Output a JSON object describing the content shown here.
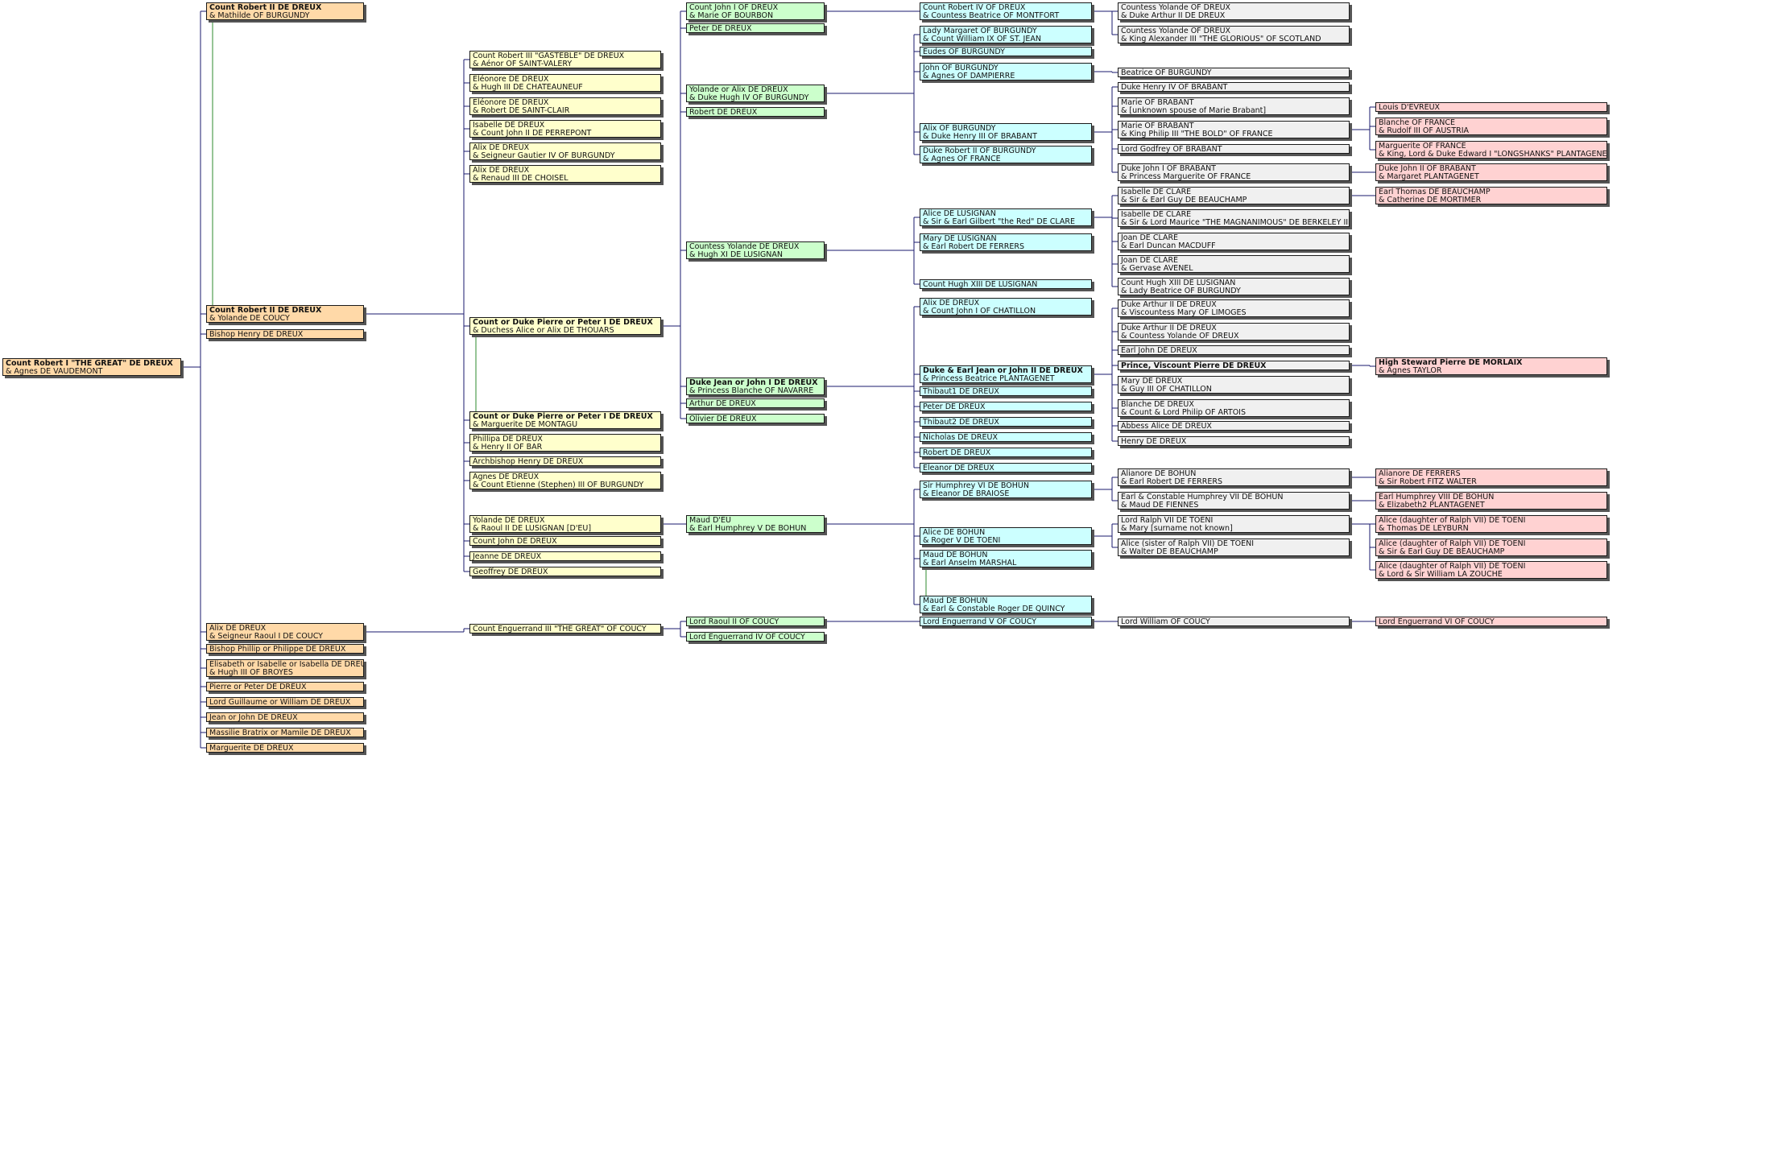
{
  "colors": {
    "line": "#1a1a6e",
    "green_line": "#2e8b2e",
    "salmon": "#ffd9a8",
    "yellow": "#ffffcc",
    "green": "#ccffcc",
    "cyan": "#ccffff",
    "gray": "#f0f0f0",
    "pink": "#ffd2d2"
  },
  "people": [
    {
      "id": "p1",
      "name": "Count Robert I \"THE GREAT\" DE DREUX",
      "spouse": "& Agnes DE VAUDEMONT",
      "bold": true,
      "color": "salmon"
    },
    {
      "id": "g1",
      "name": "Count Robert II DE DREUX",
      "spouse": "& Mathilde OF BURGUNDY",
      "bold": true,
      "color": "salmon"
    },
    {
      "id": "g2",
      "name": "Count Robert II DE DREUX",
      "spouse": "& Yolande DE COUCY",
      "bold": true,
      "color": "salmon"
    },
    {
      "id": "g3",
      "name": "Bishop Henry DE DREUX",
      "color": "salmon"
    },
    {
      "id": "g4",
      "name": "Alix DE DREUX",
      "spouse": "& Seigneur Raoul I DE COUCY",
      "color": "salmon"
    },
    {
      "id": "g5",
      "name": "Bishop Phillip or Philippe DE DREUX",
      "color": "salmon"
    },
    {
      "id": "g6",
      "name": "Elisabeth or Isabelle or Isabella DE DREUX",
      "spouse": "& Hugh III OF BROYES",
      "color": "salmon"
    },
    {
      "id": "g7",
      "name": "Pierre or Peter DE DREUX",
      "color": "salmon"
    },
    {
      "id": "g8",
      "name": "Lord Guillaume or William DE DREUX",
      "color": "salmon"
    },
    {
      "id": "g9",
      "name": "Jean or John DE DREUX",
      "color": "salmon"
    },
    {
      "id": "g10",
      "name": "Massilie Bratrix or Mamile DE DREUX",
      "color": "salmon"
    },
    {
      "id": "g11",
      "name": "Marguerite DE DREUX",
      "color": "salmon"
    },
    {
      "id": "y1",
      "name": "Count Robert III \"GASTEBLE\" DE DREUX",
      "spouse": "& Aénor OF SAINT-VALERY",
      "color": "yellow"
    },
    {
      "id": "y2",
      "name": "Eléonore DE DREUX",
      "spouse": "& Hugh III DE CHATEAUNEUF",
      "color": "yellow"
    },
    {
      "id": "y3",
      "name": "Eléonore DE DREUX",
      "spouse": "& Robert DE SAINT-CLAIR",
      "color": "yellow"
    },
    {
      "id": "y4",
      "name": "Isabelle DE DREUX",
      "spouse": "& Count John II DE PERREPONT",
      "color": "yellow"
    },
    {
      "id": "y5",
      "name": "Alix DE DREUX",
      "spouse": "& Seigneur Gautier IV OF BURGUNDY",
      "color": "yellow"
    },
    {
      "id": "y6",
      "name": "Alix DE DREUX",
      "spouse": "& Renaud III DE CHOISEL",
      "color": "yellow"
    },
    {
      "id": "y7",
      "name": "Count or Duke Pierre or Peter I DE DREUX",
      "spouse": "& Duchess Alice or Alix DE THOUARS",
      "bold": true,
      "color": "yellow"
    },
    {
      "id": "y8",
      "name": "Count or Duke Pierre or Peter I DE DREUX",
      "spouse": "& Marguerite DE MONTAGU",
      "bold": true,
      "color": "yellow"
    },
    {
      "id": "y9",
      "name": "Phillipa DE DREUX",
      "spouse": "& Henry II OF BAR",
      "color": "yellow"
    },
    {
      "id": "y10",
      "name": "Archbishop Henry DE DREUX",
      "color": "yellow"
    },
    {
      "id": "y11",
      "name": "Agnes DE DREUX",
      "spouse": "& Count Etienne (Stephen) III OF BURGUNDY",
      "color": "yellow"
    },
    {
      "id": "y12",
      "name": "Yolande DE DREUX",
      "spouse": "& Raoul II DE LUSIGNAN  [D'EU]",
      "color": "yellow"
    },
    {
      "id": "y13",
      "name": "Count John DE DREUX",
      "color": "yellow"
    },
    {
      "id": "y14",
      "name": "Jeanne DE DREUX",
      "color": "yellow"
    },
    {
      "id": "y15",
      "name": "Geoffrey DE DREUX",
      "color": "yellow"
    },
    {
      "id": "y16",
      "name": "Count Enguerrand III \"THE GREAT\" OF COUCY",
      "color": "yellow"
    },
    {
      "id": "gr1",
      "name": "Count John I OF DREUX",
      "spouse": "& Marie OF BOURBON",
      "color": "green"
    },
    {
      "id": "gr2",
      "name": "Peter DE DREUX",
      "color": "green"
    },
    {
      "id": "gr3",
      "name": "Yolande or Alix DE DREUX",
      "spouse": "& Duke Hugh IV OF BURGUNDY",
      "color": "green"
    },
    {
      "id": "gr4",
      "name": "Robert DE DREUX",
      "color": "green"
    },
    {
      "id": "gr5",
      "name": "Countess Yolande DE DREUX",
      "spouse": "& Hugh XI DE LUSIGNAN",
      "color": "green"
    },
    {
      "id": "gr6",
      "name": "Duke Jean or John I DE DREUX",
      "spouse": "& Princess Blanche OF NAVARRE",
      "bold": true,
      "color": "green"
    },
    {
      "id": "gr7",
      "name": "Arthur DE DREUX",
      "color": "green"
    },
    {
      "id": "gr8",
      "name": "Olivier DE DREUX",
      "color": "green"
    },
    {
      "id": "gr9",
      "name": "Maud D'EU",
      "spouse": "& Earl Humphrey V DE BOHUN",
      "color": "green"
    },
    {
      "id": "gr10",
      "name": "Lord Raoul II OF COUCY",
      "color": "green"
    },
    {
      "id": "gr11",
      "name": "Lord Enguerrand IV OF COUCY",
      "color": "green"
    },
    {
      "id": "c1",
      "name": "Count Robert IV OF DREUX",
      "spouse": "& Countess Beatrice OF MONTFORT",
      "color": "cyan"
    },
    {
      "id": "c2",
      "name": "Lady Margaret OF BURGUNDY",
      "spouse": "& Count William IX OF ST. JEAN",
      "color": "cyan"
    },
    {
      "id": "c3",
      "name": "Eudes OF BURGUNDY",
      "color": "cyan"
    },
    {
      "id": "c4",
      "name": "John OF BURGUNDY",
      "spouse": "& Agnes OF DAMPIERRE",
      "color": "cyan"
    },
    {
      "id": "c5",
      "name": "Alix OF BURGUNDY",
      "spouse": "& Duke Henry III OF BRABANT",
      "color": "cyan"
    },
    {
      "id": "c6",
      "name": "Duke Robert II OF BURGUNDY",
      "spouse": "& Agnes OF FRANCE",
      "color": "cyan"
    },
    {
      "id": "c7",
      "name": "Alice DE LUSIGNAN",
      "spouse": "& Sir & Earl Gilbert  \"the Red\" DE CLARE",
      "color": "cyan"
    },
    {
      "id": "c8",
      "name": "Mary DE LUSIGNAN",
      "spouse": "& Earl Robert DE FERRERS",
      "color": "cyan"
    },
    {
      "id": "c9",
      "name": "Count Hugh XIII DE LUSIGNAN",
      "color": "cyan"
    },
    {
      "id": "c10",
      "name": "Alix DE DREUX",
      "spouse": "& Count John I OF CHATILLON",
      "color": "cyan"
    },
    {
      "id": "c11",
      "name": "Duke & Earl Jean or John II DE DREUX",
      "spouse": "& Princess Beatrice PLANTAGENET",
      "bold": true,
      "color": "cyan"
    },
    {
      "id": "c12",
      "name": "Thibaut1 DE DREUX",
      "color": "cyan"
    },
    {
      "id": "c13",
      "name": "Peter DE DREUX",
      "color": "cyan"
    },
    {
      "id": "c14",
      "name": "Thibaut2 DE DREUX",
      "color": "cyan"
    },
    {
      "id": "c15",
      "name": "Nicholas DE DREUX",
      "color": "cyan"
    },
    {
      "id": "c16",
      "name": "Robert DE DREUX",
      "color": "cyan"
    },
    {
      "id": "c17",
      "name": "Eleanor DE DREUX",
      "color": "cyan"
    },
    {
      "id": "c18",
      "name": "Sir Humphrey VI DE BOHUN",
      "spouse": "& Eleanor DE BRAIOSE",
      "color": "cyan"
    },
    {
      "id": "c19",
      "name": "Alice DE BOHUN",
      "spouse": "& Roger V DE TOENI",
      "color": "cyan"
    },
    {
      "id": "c20",
      "name": "Maud DE BOHUN",
      "spouse": "& Earl Anselm MARSHAL",
      "color": "cyan"
    },
    {
      "id": "c21",
      "name": "Maud DE BOHUN",
      "spouse": "& Earl & Constable Roger DE QUINCY",
      "color": "cyan"
    },
    {
      "id": "c22",
      "name": "Lord Enguerrand V OF COUCY",
      "color": "cyan"
    },
    {
      "id": "w1",
      "name": "Countess Yolande OF DREUX",
      "spouse": "& Duke Arthur II DE DREUX",
      "color": "gray"
    },
    {
      "id": "w2",
      "name": "Countess Yolande OF DREUX",
      "spouse": "& King Alexander III \"THE GLORIOUS\" OF SCOTLAND",
      "color": "gray"
    },
    {
      "id": "w3",
      "name": "Beatrice OF BURGUNDY",
      "color": "gray"
    },
    {
      "id": "w4",
      "name": "Duke Henry IV OF BRABANT",
      "color": "gray"
    },
    {
      "id": "w5",
      "name": "Marie OF BRABANT",
      "spouse": "& [unknown spouse of Marie Brabant]",
      "color": "gray"
    },
    {
      "id": "w6",
      "name": "Marie OF BRABANT",
      "spouse": "& King Philip III \"THE BOLD\" OF FRANCE",
      "color": "gray"
    },
    {
      "id": "w7",
      "name": "Lord Godfrey OF BRABANT",
      "color": "gray"
    },
    {
      "id": "w8",
      "name": "Duke John I OF BRABANT",
      "spouse": "& Princess Marguerite OF FRANCE",
      "color": "gray"
    },
    {
      "id": "w9",
      "name": "Isabelle DE CLARE",
      "spouse": "& Sir & Earl Guy DE BEAUCHAMP",
      "color": "gray"
    },
    {
      "id": "w10",
      "name": "Isabelle DE CLARE",
      "spouse": "& Sir & Lord Maurice \"THE MAGNANIMOUS\" DE BERKELEY III",
      "color": "gray"
    },
    {
      "id": "w11",
      "name": "Joan DE CLARE",
      "spouse": "& Earl Duncan MACDUFF",
      "color": "gray"
    },
    {
      "id": "w12",
      "name": "Joan DE CLARE",
      "spouse": "& Gervase AVENEL",
      "color": "gray"
    },
    {
      "id": "w13",
      "name": "Count Hugh XIII DE LUSIGNAN",
      "spouse": "& Lady Beatrice OF BURGUNDY",
      "color": "gray"
    },
    {
      "id": "w14",
      "name": "Duke Arthur II DE DREUX",
      "spouse": "& Viscountess Mary OF LIMOGES",
      "color": "gray"
    },
    {
      "id": "w15",
      "name": "Duke Arthur II DE DREUX",
      "spouse": "& Countess Yolande OF DREUX",
      "color": "gray"
    },
    {
      "id": "w16",
      "name": "Earl John DE DREUX",
      "color": "gray"
    },
    {
      "id": "w17",
      "name": "Prince, Viscount Pierre DE DREUX",
      "bold": true,
      "color": "gray"
    },
    {
      "id": "w18",
      "name": "Mary DE DREUX",
      "spouse": "& Guy III OF CHATILLON",
      "color": "gray"
    },
    {
      "id": "w19",
      "name": "Blanche DE DREUX",
      "spouse": "& Count & Lord Philip OF ARTOIS",
      "color": "gray"
    },
    {
      "id": "w20",
      "name": "Abbess Alice DE DREUX",
      "color": "gray"
    },
    {
      "id": "w21",
      "name": "Henry DE DREUX",
      "color": "gray"
    },
    {
      "id": "w22",
      "name": "Alianore DE BOHUN",
      "spouse": "& Earl Robert DE FERRERS",
      "color": "gray"
    },
    {
      "id": "w23",
      "name": "Earl & Constable Humphrey VII DE BOHUN",
      "spouse": "& Maud DE FIENNES",
      "color": "gray"
    },
    {
      "id": "w24",
      "name": "Lord Ralph VII DE TOENI",
      "spouse": "& Mary [surname not known]",
      "color": "gray"
    },
    {
      "id": "w25",
      "name": "Alice (sister of Ralph VII) DE TOENI",
      "spouse": "& Walter DE BEAUCHAMP",
      "color": "gray"
    },
    {
      "id": "w26",
      "name": "Lord William OF COUCY",
      "color": "gray"
    },
    {
      "id": "k1",
      "name": "Louis D'EVREUX",
      "color": "pink"
    },
    {
      "id": "k2",
      "name": "Blanche OF FRANCE",
      "spouse": "& Rudolf III OF AUSTRIA",
      "color": "pink"
    },
    {
      "id": "k3",
      "name": "Marguerite OF FRANCE",
      "spouse": "& King, Lord & Duke Edward I \"LONGSHANKS\" PLANTAGENET",
      "color": "pink"
    },
    {
      "id": "k4",
      "name": "Duke John II OF BRABANT",
      "spouse": "& Margaret PLANTAGENET",
      "color": "pink"
    },
    {
      "id": "k5",
      "name": "Earl Thomas DE BEAUCHAMP",
      "spouse": "& Catherine DE MORTIMER",
      "color": "pink"
    },
    {
      "id": "k6",
      "name": "High Steward Pierre DE MORLAIX",
      "spouse": "& Agnes TAYLOR",
      "bold": true,
      "color": "pink"
    },
    {
      "id": "k7",
      "name": "Alianore DE FERRERS",
      "spouse": "& Sir Robert FITZ WALTER",
      "color": "pink"
    },
    {
      "id": "k8",
      "name": "Earl Humphrey  VIII DE BOHUN",
      "spouse": "& Elizabeth2 PLANTAGENET",
      "color": "pink"
    },
    {
      "id": "k9",
      "name": "Alice (daughter of Ralph VII) DE TOENI",
      "spouse": "& Thomas DE LEYBURN",
      "color": "pink"
    },
    {
      "id": "k10",
      "name": "Alice (daughter of Ralph VII) DE TOENI",
      "spouse": "& Sir & Earl Guy DE BEAUCHAMP",
      "color": "pink"
    },
    {
      "id": "k11",
      "name": "Alice (daughter of Ralph VII) DE TOENI",
      "spouse": "& Lord & Sir William LA ZOUCHE",
      "color": "pink"
    },
    {
      "id": "k12",
      "name": "Lord Enguerrand VI OF COUCY",
      "color": "pink"
    }
  ],
  "links": [
    [
      "p1",
      [
        "g1",
        "g2",
        "g3",
        "g4",
        "g5",
        "g6",
        "g7",
        "g8",
        "g9",
        "g10",
        "g11"
      ]
    ],
    [
      "g2",
      [
        "y1",
        "y2",
        "y3",
        "y4",
        "y5",
        "y6",
        "y7",
        "y8",
        "y9",
        "y10",
        "y11",
        "y12",
        "y13",
        "y14",
        "y15"
      ]
    ],
    [
      "g4",
      [
        "y16"
      ]
    ],
    [
      "y7",
      [
        "gr1",
        "gr2",
        "gr3",
        "gr4",
        "gr5",
        "gr6",
        "gr7",
        "gr8"
      ]
    ],
    [
      "y12",
      [
        "gr9"
      ]
    ],
    [
      "y16",
      [
        "gr10",
        "gr11"
      ]
    ],
    [
      "gr1",
      [
        "c1"
      ]
    ],
    [
      "gr3",
      [
        "c2",
        "c3",
        "c4",
        "c5",
        "c6"
      ]
    ],
    [
      "gr5",
      [
        "c7",
        "c8",
        "c9"
      ]
    ],
    [
      "gr6",
      [
        "c10",
        "c11",
        "c12",
        "c13",
        "c14",
        "c15",
        "c16",
        "c17"
      ]
    ],
    [
      "gr9",
      [
        "c18",
        "c19",
        "c20",
        "c21"
      ]
    ],
    [
      "gr10",
      [
        "c22"
      ]
    ],
    [
      "c1",
      [
        "w1",
        "w2"
      ]
    ],
    [
      "c4",
      [
        "w3"
      ]
    ],
    [
      "c5",
      [
        "w4",
        "w5",
        "w6",
        "w7",
        "w8"
      ]
    ],
    [
      "c7",
      [
        "w9",
        "w10",
        "w11",
        "w12",
        "w13"
      ]
    ],
    [
      "c11",
      [
        "w14",
        "w15",
        "w16",
        "w17",
        "w18",
        "w19",
        "w20",
        "w21"
      ]
    ],
    [
      "c18",
      [
        "w22",
        "w23"
      ]
    ],
    [
      "c19",
      [
        "w24",
        "w25"
      ]
    ],
    [
      "c22",
      [
        "w26"
      ]
    ],
    [
      "w6",
      [
        "k1",
        "k2",
        "k3"
      ]
    ],
    [
      "w8",
      [
        "k4"
      ]
    ],
    [
      "w9",
      [
        "k5"
      ]
    ],
    [
      "w17",
      [
        "k6"
      ]
    ],
    [
      "w22",
      [
        "k7"
      ]
    ],
    [
      "w23",
      [
        "k8"
      ]
    ],
    [
      "w24",
      [
        "k9",
        "k10",
        "k11"
      ]
    ],
    [
      "w26",
      [
        "k12"
      ]
    ]
  ],
  "green_links": [
    [
      "g1",
      "g2"
    ],
    [
      "y7",
      "y8"
    ],
    [
      "c20",
      "c21"
    ]
  ]
}
